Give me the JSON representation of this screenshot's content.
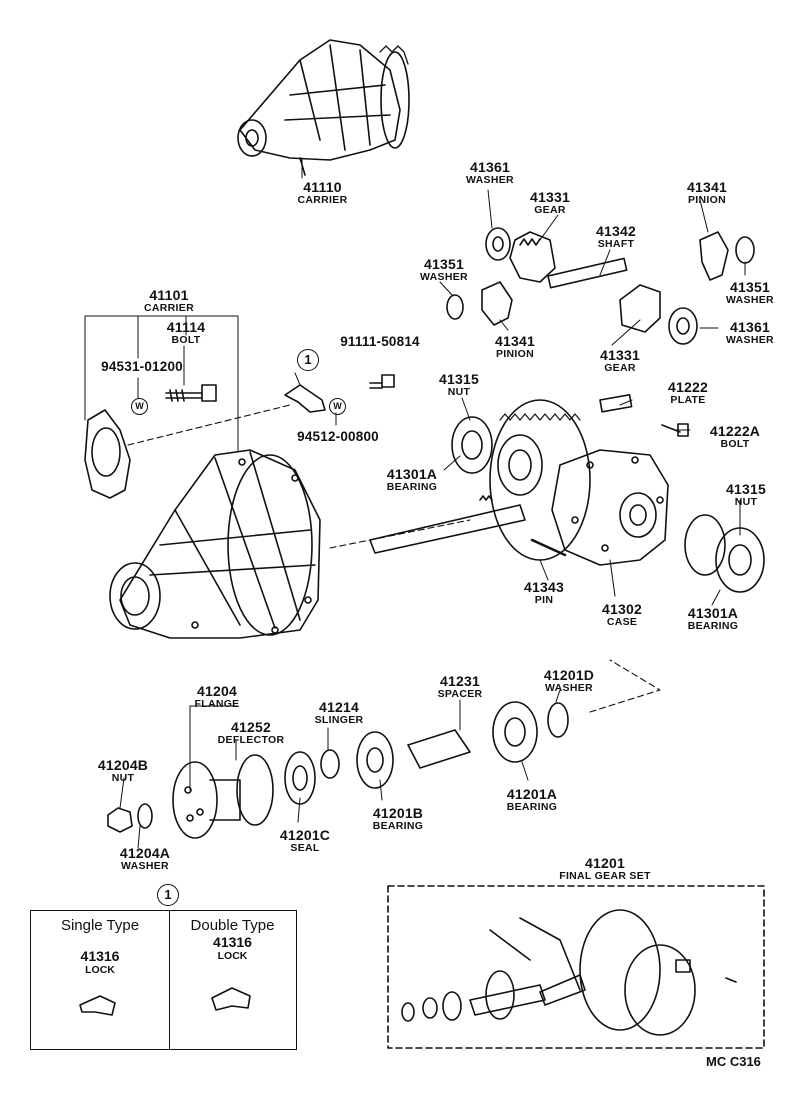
{
  "parts": {
    "p41110": {
      "num": "41110",
      "name": "CARRIER"
    },
    "p41101": {
      "num": "41101",
      "name": "CARRIER"
    },
    "p41114": {
      "num": "41114",
      "name": "BOLT"
    },
    "p94531": {
      "num": "94531-01200"
    },
    "p91111": {
      "num": "91111-50814"
    },
    "p94512": {
      "num": "94512-00800"
    },
    "p41361a": {
      "num": "41361",
      "name": "WASHER"
    },
    "p41331a": {
      "num": "41331",
      "name": "GEAR"
    },
    "p41342": {
      "num": "41342",
      "name": "SHAFT"
    },
    "p41341a": {
      "num": "41341",
      "name": "PINION"
    },
    "p41351a": {
      "num": "41351",
      "name": "WASHER"
    },
    "p41351b": {
      "num": "41351",
      "name": "WASHER"
    },
    "p41341b": {
      "num": "41341",
      "name": "PINION"
    },
    "p41331b": {
      "num": "41331",
      "name": "GEAR"
    },
    "p41361b": {
      "num": "41361",
      "name": "WASHER"
    },
    "p41315a": {
      "num": "41315",
      "name": "NUT"
    },
    "p41222": {
      "num": "41222",
      "name": "PLATE"
    },
    "p41222A": {
      "num": "41222A",
      "name": "BOLT"
    },
    "p41301Aa": {
      "num": "41301A",
      "name": "BEARING"
    },
    "p41315b": {
      "num": "41315",
      "name": "NUT"
    },
    "p41343": {
      "num": "41343",
      "name": "PIN"
    },
    "p41302": {
      "num": "41302",
      "name": "CASE"
    },
    "p41301Ab": {
      "num": "41301A",
      "name": "BEARING"
    },
    "p41204": {
      "num": "41204",
      "name": "FLANGE"
    },
    "p41252": {
      "num": "41252",
      "name": "DEFLECTOR"
    },
    "p41214": {
      "num": "41214",
      "name": "SLINGER"
    },
    "p41231": {
      "num": "41231",
      "name": "SPACER"
    },
    "p41201D": {
      "num": "41201D",
      "name": "WASHER"
    },
    "p41204B": {
      "num": "41204B",
      "name": "NUT"
    },
    "p41201C": {
      "num": "41201C",
      "name": "SEAL"
    },
    "p41201B": {
      "num": "41201B",
      "name": "BEARING"
    },
    "p41201A": {
      "num": "41201A",
      "name": "BEARING"
    },
    "p41204A": {
      "num": "41204A",
      "name": "WASHER"
    },
    "p41201": {
      "num": "41201",
      "name": "FINAL GEAR SET"
    }
  },
  "callout_symbol": "1",
  "washer_symbol": "W",
  "lock_box": {
    "single": {
      "title": "Single Type",
      "num": "41316",
      "name": "LOCK"
    },
    "double": {
      "title": "Double Type",
      "num": "41316",
      "name": "LOCK"
    }
  },
  "footer_code": "MC C316"
}
